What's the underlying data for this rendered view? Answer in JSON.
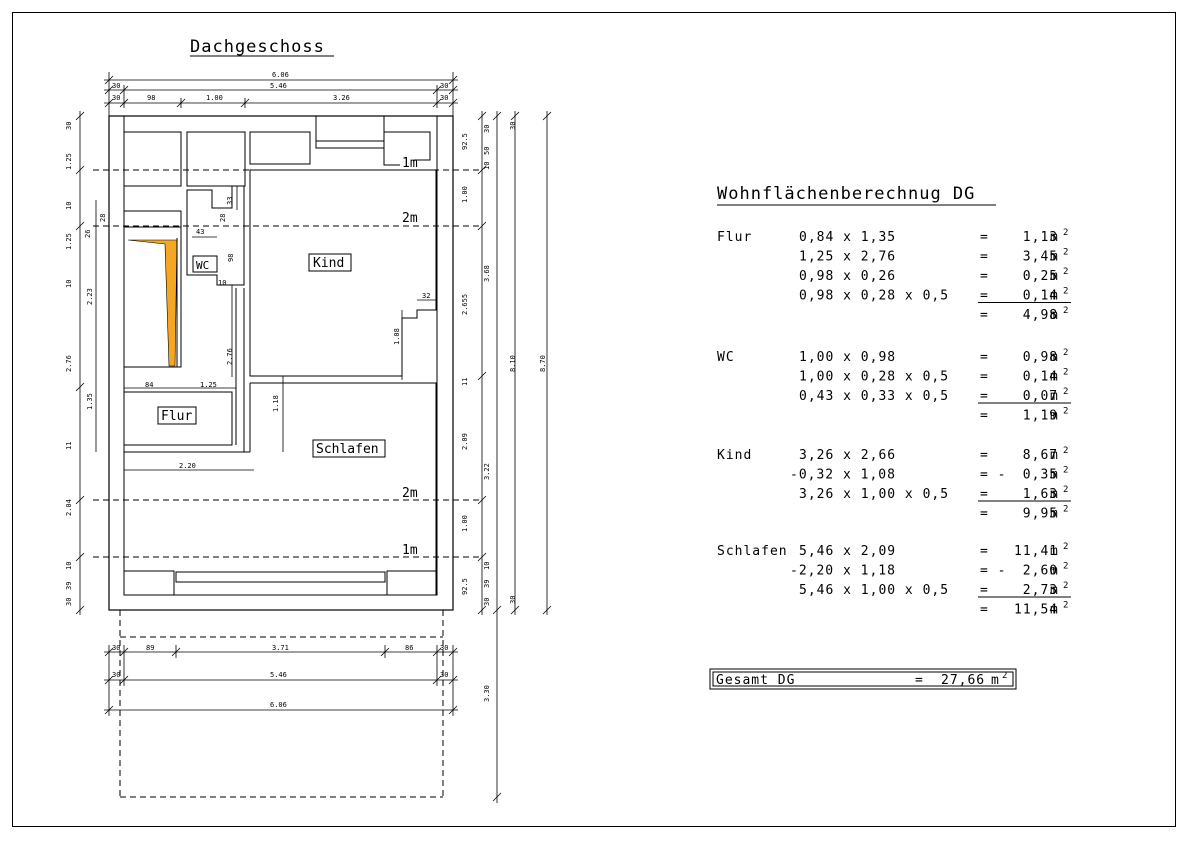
{
  "plan": {
    "title": "Dachgeschoss",
    "rooms": {
      "kind": "Kind",
      "wc": "WC",
      "flur": "Flur",
      "schlafen": "Schlafen"
    },
    "heights": {
      "h1m_top": "1m",
      "h2m_top": "2m",
      "h2m_bottom": "2m",
      "h1m_bottom": "1m"
    },
    "dims_top": {
      "total": "6.06",
      "wall_l": "30",
      "wall_r": "30",
      "inner": "5.46",
      "w30a": "30",
      "w30b": "30",
      "d98": "98",
      "d100": "1.00",
      "d326": "3.26"
    },
    "dims_left": {
      "a": "30",
      "b": "1.25",
      "c": "10",
      "d": "1.25",
      "e": "10",
      "f": "2.76",
      "g": "11",
      "h": "2.04",
      "i": "10",
      "j": "39",
      "k": "30",
      "l": "28",
      "m": "26",
      "n": "2.23",
      "o": "1.35"
    },
    "dims_right": {
      "a": "92.5",
      "b": "50",
      "c": "10",
      "d": "30",
      "e": "1.00",
      "f": "2.655",
      "g": "11",
      "h": "2.09",
      "i": "1.00",
      "j": "10",
      "k": "39",
      "l": "92.5",
      "m": "30",
      "n": "3.68",
      "o": "3.22",
      "p": "8.10",
      "q": "8.70",
      "r": "3.30"
    },
    "dims_inner": {
      "a": "33",
      "b": "28",
      "c": "43",
      "d": "98",
      "e": "10",
      "f": "2.76",
      "g": "84",
      "h": "1.25",
      "i": "2.20",
      "j": "1.18",
      "k": "1.08",
      "l": "32"
    },
    "dims_bottom": {
      "w30a": "30",
      "d89": "89",
      "d371": "3.71",
      "d86": "86",
      "w30b": "30",
      "w30c": "30",
      "inner": "5.46",
      "w30d": "30",
      "total": "6.06"
    }
  },
  "calc": {
    "title": "Wohnflächenberechnug DG",
    "sections": [
      {
        "name": "Flur",
        "lines": [
          {
            "f": "0,84 x 1,35",
            "eq": "=",
            "v": "1,13"
          },
          {
            "f": "1,25 x 2,76",
            "eq": "=",
            "v": "3,45"
          },
          {
            "f": "0,98 x 0,26",
            "eq": "=",
            "v": "0,25"
          },
          {
            "f": "0,98 x 0,28 x 0,5",
            "eq": "=",
            "v": "0,14"
          }
        ],
        "total_eq": "=",
        "total": "4,98"
      },
      {
        "name": "WC",
        "lines": [
          {
            "f": "1,00 x 0,98",
            "eq": "=",
            "v": "0,98"
          },
          {
            "f": "1,00 x 0,28 x 0,5",
            "eq": "=",
            "v": "0,14"
          },
          {
            "f": "0,43 x 0,33 x 0,5",
            "eq": "=",
            "v": "0,07"
          }
        ],
        "total_eq": "=",
        "total": "1,19"
      },
      {
        "name": "Kind",
        "lines": [
          {
            "f": "3,26 x 2,66",
            "eq": "=",
            "v": "8,67"
          },
          {
            "f": "-0,32 x 1,08",
            "eq": "= -",
            "v": "0,35"
          },
          {
            "f": "3,26 x 1,00 x 0,5",
            "eq": "=",
            "v": "1,63"
          }
        ],
        "total_eq": "=",
        "total": "9,95"
      },
      {
        "name": "Schlafen",
        "lines": [
          {
            "f": "5,46 x 2,09",
            "eq": "=",
            "v": "11,41"
          },
          {
            "f": "-2,20 x 1,18",
            "eq": "= -",
            "v": "2,60"
          },
          {
            "f": "5,46 x 1,00 x 0,5",
            "eq": "=",
            "v": "2,73"
          }
        ],
        "total_eq": "=",
        "total": "11,54"
      }
    ],
    "unit": "m",
    "unit_exp": "2",
    "gesamt_label": "Gesamt DG",
    "gesamt_eq": "=",
    "gesamt_value": "27,66"
  },
  "colors": {
    "stair": "#f5a623",
    "line": "#000000"
  }
}
